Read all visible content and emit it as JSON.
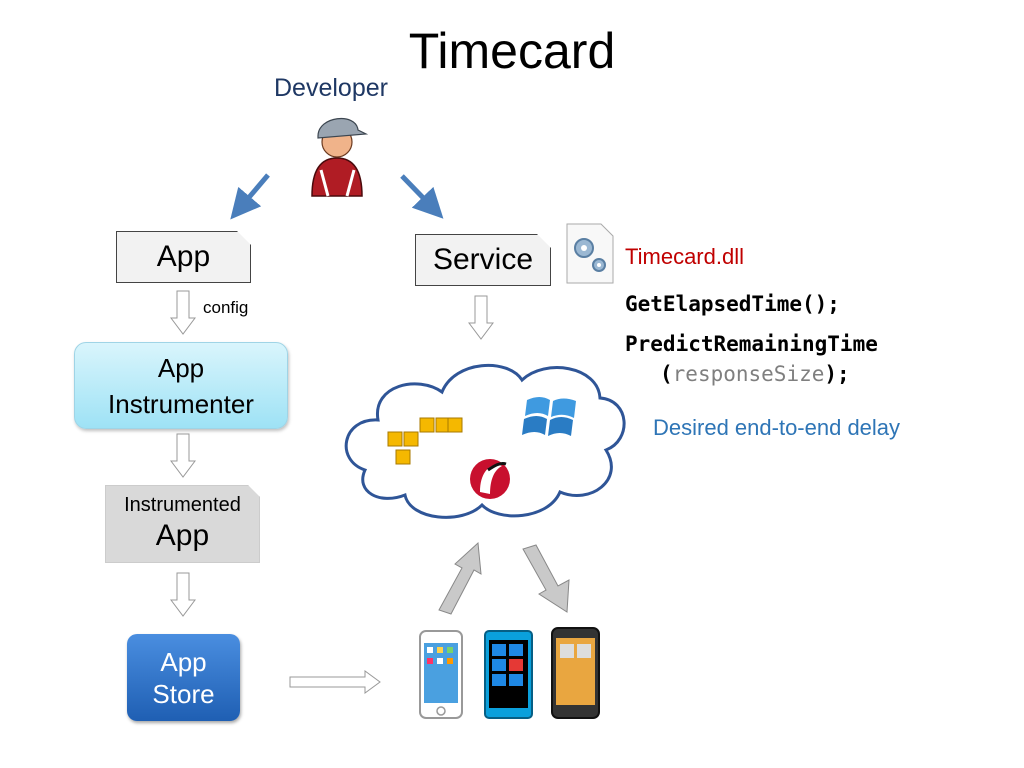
{
  "title": "Timecard",
  "developer": {
    "label": "Developer",
    "icon": "developer-user-icon"
  },
  "left_column": {
    "app": "App",
    "config": "config",
    "instrumenter": {
      "line1": "App",
      "line2": "Instrumenter"
    },
    "instrumented_app": {
      "line1": "Instrumented",
      "line2": "App"
    },
    "app_store": {
      "line1": "App",
      "line2": "Store"
    }
  },
  "right_column": {
    "service": "Service",
    "dll": "Timecard.dll",
    "dll_icon": "gear-file-icon",
    "cloud_icons": [
      "amazon-aws-icon",
      "windows-azure-icon",
      "rackspace-icon"
    ],
    "devices": [
      "iphone-icon",
      "windows-phone-icon",
      "android-phone-icon"
    ]
  },
  "api": {
    "line1": "GetElapsedTime();",
    "line2": "PredictRemainingTime",
    "line3_open": "(",
    "line3_param": "responseSize",
    "line3_close": ");"
  },
  "delay_label": "Desired end-to-end delay",
  "colors": {
    "developer_text": "#1f3864",
    "dll_text": "#c00000",
    "delay_text": "#2e75b6",
    "arrow_blue": "#4a7ebb",
    "instrumenter_fill": "#b7ebf7",
    "store_fill": "#2e6fc4"
  }
}
